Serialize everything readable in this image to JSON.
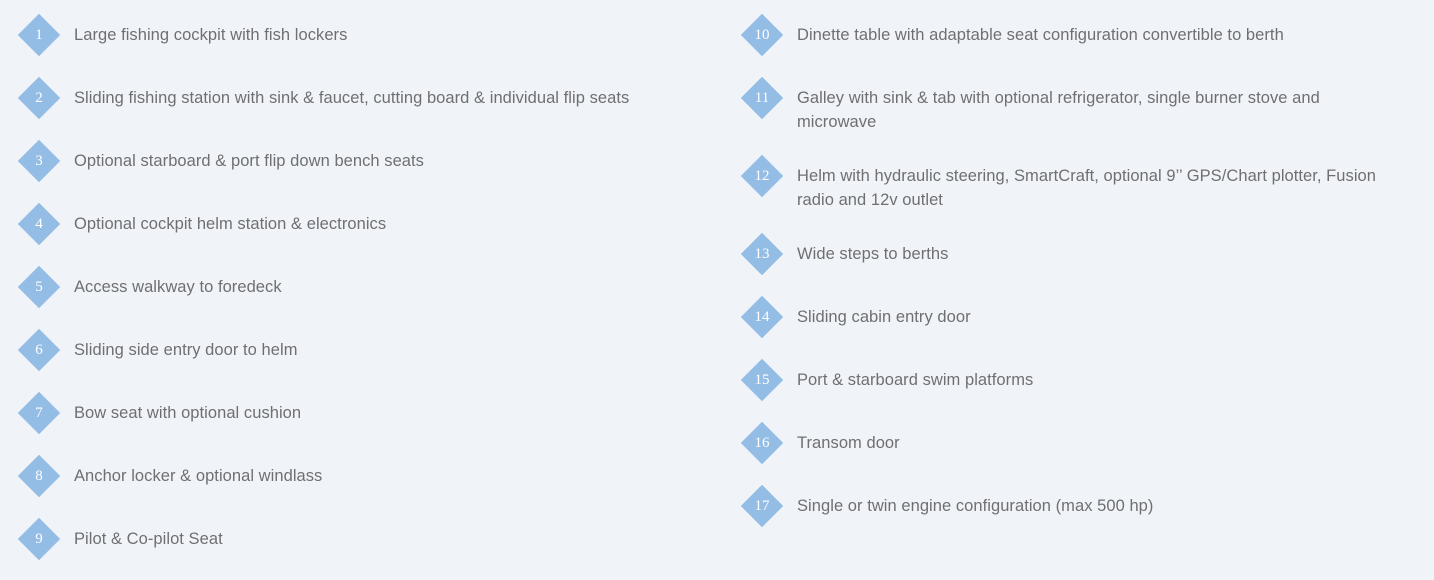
{
  "features_left": [
    {
      "num": "1",
      "text": "Large fishing cockpit with fish lockers"
    },
    {
      "num": "2",
      "text": "Sliding fishing station with sink & faucet, cutting board & individual flip seats"
    },
    {
      "num": "3",
      "text": "Optional starboard & port flip down bench seats"
    },
    {
      "num": "4",
      "text": "Optional cockpit helm station & electronics"
    },
    {
      "num": "5",
      "text": "Access walkway to foredeck"
    },
    {
      "num": "6",
      "text": "Sliding side entry door to helm"
    },
    {
      "num": "7",
      "text": "Bow seat with optional cushion"
    },
    {
      "num": "8",
      "text": "Anchor locker & optional windlass"
    },
    {
      "num": "9",
      "text": "Pilot & Co-pilot Seat"
    }
  ],
  "features_right": [
    {
      "num": "10",
      "text": "Dinette table with adaptable seat configuration convertible to berth"
    },
    {
      "num": "11",
      "text": "Galley with sink & tab with optional refrigerator, single burner stove and microwave"
    },
    {
      "num": "12",
      "text": "Helm with hydraulic steering, SmartCraft, optional 9’’ GPS/Chart plotter, Fusion radio and 12v outlet"
    },
    {
      "num": "13",
      "text": "Wide steps to berths"
    },
    {
      "num": "14",
      "text": "Sliding cabin entry door"
    },
    {
      "num": "15",
      "text": "Port & starboard swim platforms"
    },
    {
      "num": "16",
      "text": "Transom door"
    },
    {
      "num": "17",
      "text": "Single or twin engine configuration (max 500 hp)"
    }
  ],
  "colors": {
    "background": "#f0f4f8",
    "badge": "#94bde6",
    "badge_text": "#ffffff",
    "body_text": "#6f6f73"
  }
}
